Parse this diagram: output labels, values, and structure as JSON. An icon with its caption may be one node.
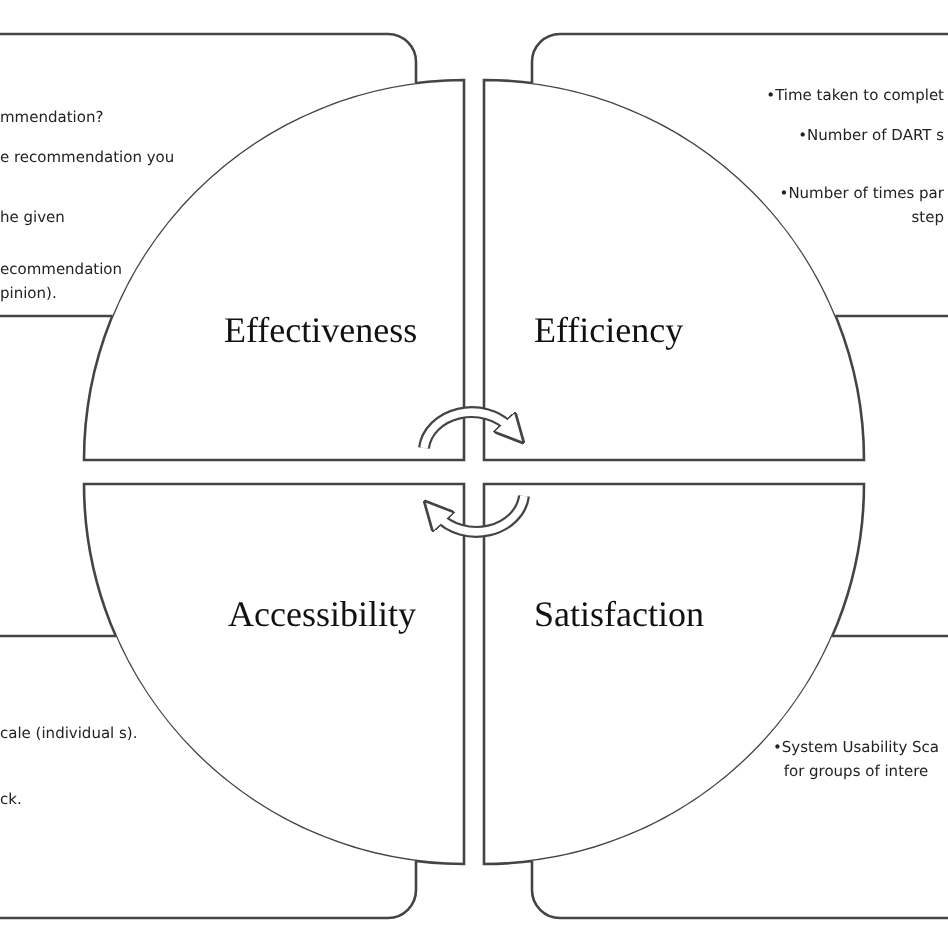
{
  "diagram": {
    "nodes": [
      {
        "text": [
          "mmendation?",
          "e recommendation you",
          "he given",
          "ecommendation pinion)."
        ]
      },
      {
        "text": [
          "•Time taken to complet",
          "•Number of DART s",
          "•Number of times par step"
        ]
      },
      {
        "text": [
          "Effectiveness"
        ]
      },
      {
        "text": [
          "Efficiency"
        ]
      },
      {
        "text": [
          "Accessibility"
        ]
      },
      {
        "text": [
          "Satisfaction"
        ]
      },
      {
        "text": [
          "cale (individual s).",
          "ck."
        ]
      },
      {
        "text": [
          "•System Usability Sca for groups of intere"
        ]
      }
    ],
    "edges": [
      {
        "from": 2,
        "to": 3,
        "arrow": "to"
      },
      {
        "from": 5,
        "to": 4,
        "arrow": "to"
      }
    ]
  }
}
